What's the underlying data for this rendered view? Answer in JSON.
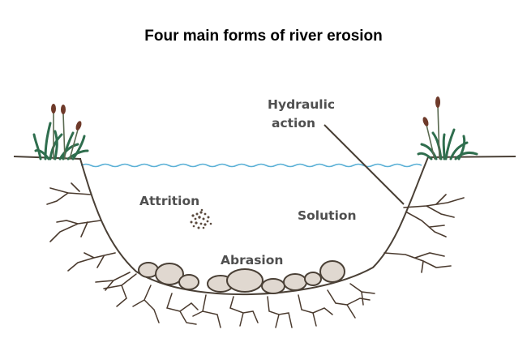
{
  "title": "Four main forms of river erosion",
  "labels": {
    "hydraulic_line1": "Hydraulic",
    "hydraulic_line2": "action",
    "attrition": "Attrition",
    "solution": "Solution",
    "abrasion": "Abrasion"
  },
  "colors": {
    "background": "#ffffff",
    "label_text": "#4f4f4f",
    "title_text": "#000000",
    "riverbed_outline": "#4a4036",
    "water_line": "#5ab0d6",
    "reeds": "#2f6e4e",
    "reed_heads": "#6e3a2a",
    "roots": "#4a3a2e",
    "pebble_fill": "#e0d8d0",
    "pebble_outline": "#4a4036"
  }
}
